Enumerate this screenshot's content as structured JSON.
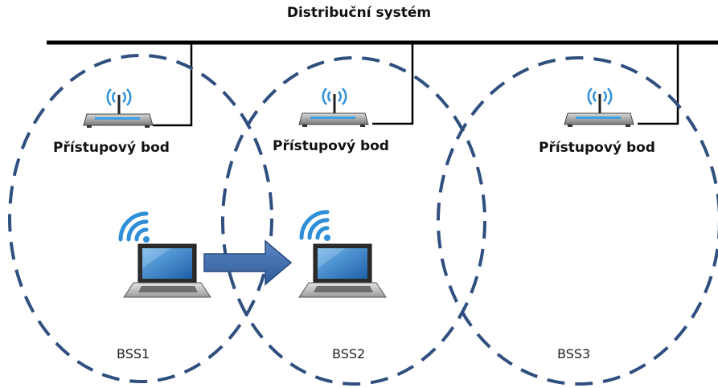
{
  "distribution_system": {
    "label": "Distribuční systém"
  },
  "access_points": [
    {
      "label": "Přístupový bod"
    },
    {
      "label": "Přístupový bod"
    },
    {
      "label": "Přístupový bod"
    }
  ],
  "cells": [
    {
      "label": "BSS1"
    },
    {
      "label": "BSS2"
    },
    {
      "label": "BSS3"
    }
  ],
  "colors": {
    "cell_border": "#2f4f7f",
    "arrow": "#4a74b3",
    "wifi_signal": "#2e8fd8",
    "backbone": "#000000"
  },
  "icons": [
    "router-icon",
    "wifi-icon",
    "laptop-icon",
    "move-arrow-icon"
  ]
}
